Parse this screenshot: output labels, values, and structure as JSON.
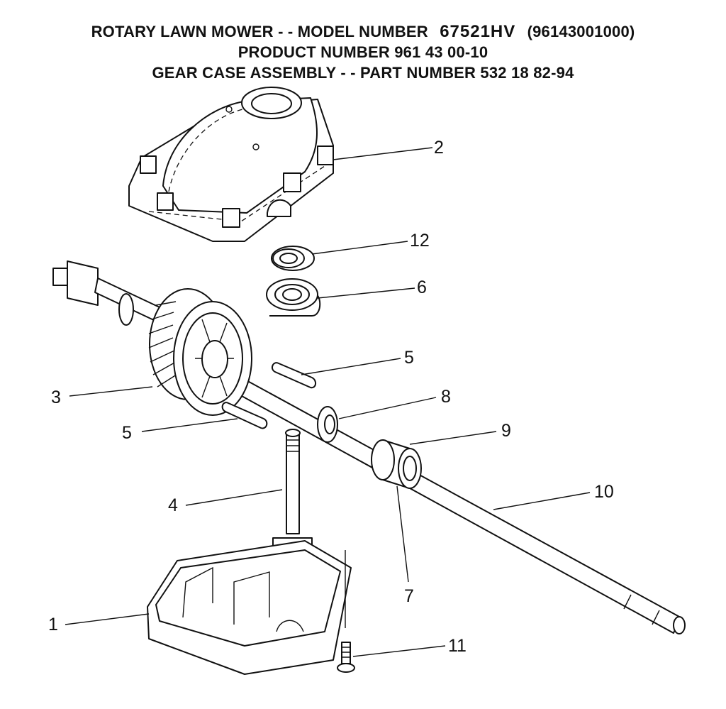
{
  "header": {
    "line1_prefix": "ROTARY LAWN MOWER - - MODEL NUMBER",
    "line1_model": "67521HV",
    "line1_suffix": "(96143001000)",
    "line2": "PRODUCT NUMBER 961 43 00-10",
    "line3": "GEAR CASE ASSEMBLY - - PART NUMBER 532 18 82-94"
  },
  "callouts": {
    "c1": "1",
    "c2": "2",
    "c3": "3",
    "c4": "4",
    "c5a": "5",
    "c5b": "5",
    "c6": "6",
    "c7": "7",
    "c8": "8",
    "c9": "9",
    "c10": "10",
    "c11": "11",
    "c12": "12"
  }
}
